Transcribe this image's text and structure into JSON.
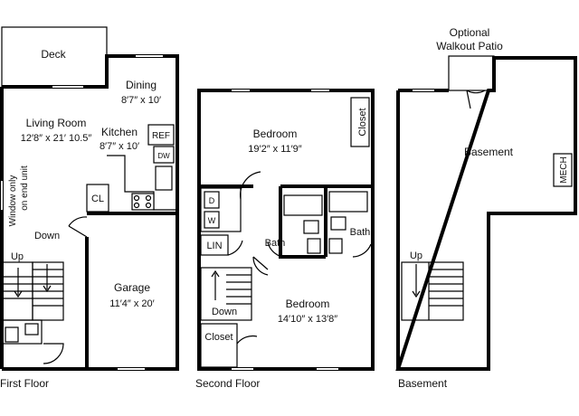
{
  "first_floor": {
    "title": "First Floor",
    "deck": "Deck",
    "dining": "Dining",
    "dining_dim": "8′7″ x 10′",
    "living": "Living Room",
    "living_dim": "12′8″ x 21′ 10.5″",
    "kitchen": "Kitchen",
    "kitchen_dim": "8′7″ x 10′",
    "ref": "REF",
    "dw": "DW",
    "cl": "CL",
    "window_note_1": "Window only",
    "window_note_2": "on end unit",
    "down": "Down",
    "up": "Up",
    "garage": "Garage",
    "garage_dim": "11′4″ x 20′"
  },
  "second_floor": {
    "title": "Second Floor",
    "bedroom1": "Bedroom",
    "bedroom1_dim": "19′2″ x 11′9″",
    "closet_top": "Closet",
    "d": "D",
    "w": "W",
    "lin": "LIN",
    "bath_left": "Bath",
    "bath_right": "Bath",
    "down": "Down",
    "closet_bottom": "Closet",
    "bedroom2": "Bedroom",
    "bedroom2_dim": "14′10″ x 13′8″"
  },
  "basement": {
    "title": "Basement",
    "patio_1": "Optional",
    "patio_2": "Walkout Patio",
    "basement_label": "Basement",
    "mech": "MECH",
    "up": "Up"
  }
}
